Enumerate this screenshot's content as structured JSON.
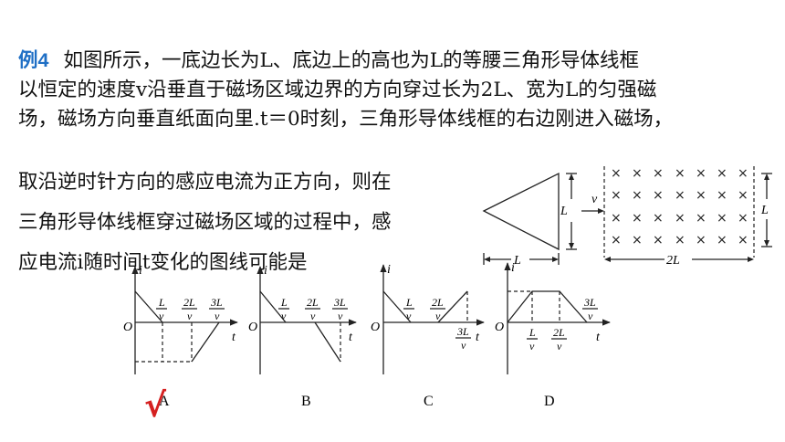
{
  "problem": {
    "label": "例4",
    "line1": "如图所示，一底边长为L、底边上的高也为L的等腰三角形导体线框",
    "line2": "以恒定的速度v沿垂直于磁场区域边界的方向穿过长为2L、宽为L的匀强磁",
    "line3": "场，磁场方向垂直纸面向里.t＝0时刻，三角形导体线框的右边刚进入磁场，",
    "line4": "取沿逆时针方向的感应电流为正方向，则在",
    "line5": "三角形导体线框穿过磁场区域的过程中，感",
    "line6": "应电流i随时间t变化的图线可能是"
  },
  "diagram": {
    "frame_length_label": "L",
    "frame_height_label": "L",
    "velocity_label": "v",
    "field_width_label": "2L",
    "field_height_label": "L",
    "field_symbol": "×"
  },
  "graphs": {
    "axis_i": "i",
    "axis_t": "t",
    "origin": "O",
    "tick_L": "L",
    "tick_2L": "2L",
    "tick_3L": "3L",
    "tick_den": "v",
    "options": [
      "A",
      "B",
      "C",
      "D"
    ]
  },
  "answer_mark": "√"
}
